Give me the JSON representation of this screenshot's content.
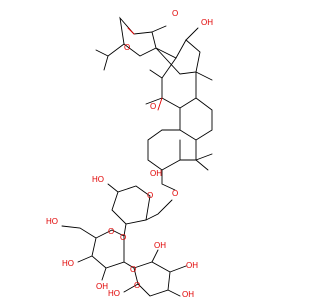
{
  "structure": {
    "colors": {
      "oxygen": "#e00000",
      "carbon": "#000000",
      "background": "#ffffff"
    },
    "labels": {
      "ketone_o_top": "O",
      "furan_o": "O",
      "oh_top": "OH",
      "ketone_o_mid": "O",
      "ether_o": "O",
      "ho_xylose": "HO",
      "oh_xylose": "OH",
      "bridge_o": "O",
      "ring_o_xylose": "O",
      "ho_ch2oh": "HO",
      "ring_o_glucose": "O",
      "ho_glucose_1": "HO",
      "oh_glucose_2": "OH",
      "bridge_o_2": "O",
      "ring_o_rhamnose": "O",
      "oh_rham_1": "OH",
      "oh_rham_2": "OH",
      "oh_rham_3": "OH",
      "ho_rham_4": "HO"
    }
  }
}
